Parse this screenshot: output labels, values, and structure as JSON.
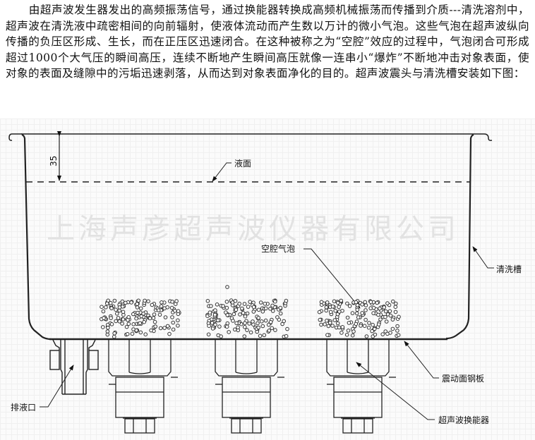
{
  "intro": {
    "paragraph": "由超声波发生器发出的高频振荡信号，通过换能器转换成高频机械振荡而传播到介质---清洗溶剂中，超声波在清洗液中疏密相间的向前辐射，使液体流动而产生数以万计的微小气泡。这些气泡在超声波纵向传播的负压区形成、生长，而在正压区迅速闭合。在这种被称之为“空腔”效应的过程中，气泡闭合可形成超过1000个大气压的瞬间高压，连续不断地产生瞬间高压就像一连串小“爆炸”不断地冲击对象表面，使对象的表面及缝隙中的污垢迅速剥落，从而达到对象表面净化的目的。超声波震头与清洗槽安装如下图："
  },
  "diagram": {
    "watermark": "上海声彦超声波仪器有限公司",
    "dimension_label": "35",
    "labels": {
      "liquid_surface": "液面",
      "cavitation_bubbles": "空腔气泡",
      "cleaning_tank": "清洗槽",
      "vibration_plate": "震动面钢板",
      "drain_outlet": "排液口",
      "transducer": "超声波换能器"
    },
    "transducer_count": 3
  }
}
